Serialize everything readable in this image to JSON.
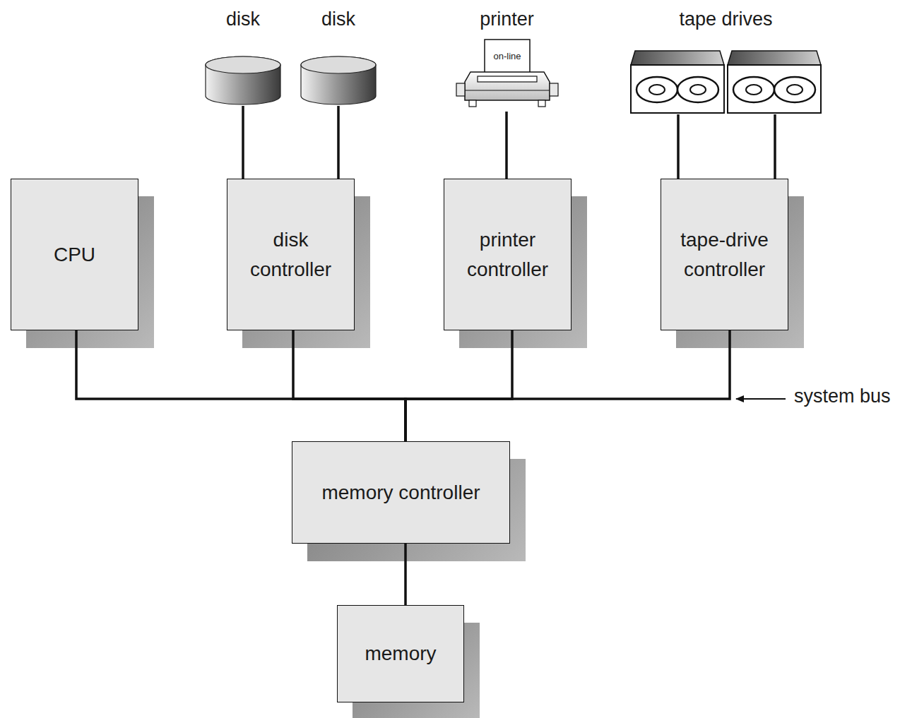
{
  "diagram": {
    "nodes": [
      {
        "text": [
          "disk"
        ]
      },
      {
        "text": [
          "disk"
        ]
      },
      {
        "text": [
          "printer",
          "on-line"
        ]
      },
      {
        "text": [
          "tape drives"
        ]
      },
      {
        "text": [
          "CPU"
        ]
      },
      {
        "text": [
          "disk controller"
        ]
      },
      {
        "text": [
          "printer controller"
        ]
      },
      {
        "text": [
          "tape-drive controller"
        ]
      },
      {
        "text": [
          "memory controller"
        ]
      },
      {
        "text": [
          "memory"
        ]
      }
    ],
    "edges": [
      {
        "from": 0,
        "to": 5,
        "arrow": "none"
      },
      {
        "from": 1,
        "to": 5,
        "arrow": "none"
      },
      {
        "from": 2,
        "to": 6,
        "arrow": "none"
      },
      {
        "from": 3,
        "to": 7,
        "arrow": "none"
      },
      {
        "from": 3,
        "to": 7,
        "arrow": "none"
      },
      {
        "from": 4,
        "to": 8,
        "arrow": "none"
      },
      {
        "from": 5,
        "to": 8,
        "arrow": "none"
      },
      {
        "from": 6,
        "to": 8,
        "arrow": "none"
      },
      {
        "from": 7,
        "to": 8,
        "arrow": "none"
      },
      {
        "from": 8,
        "to": 9,
        "arrow": "none"
      }
    ],
    "labels": [
      "system bus"
    ]
  }
}
